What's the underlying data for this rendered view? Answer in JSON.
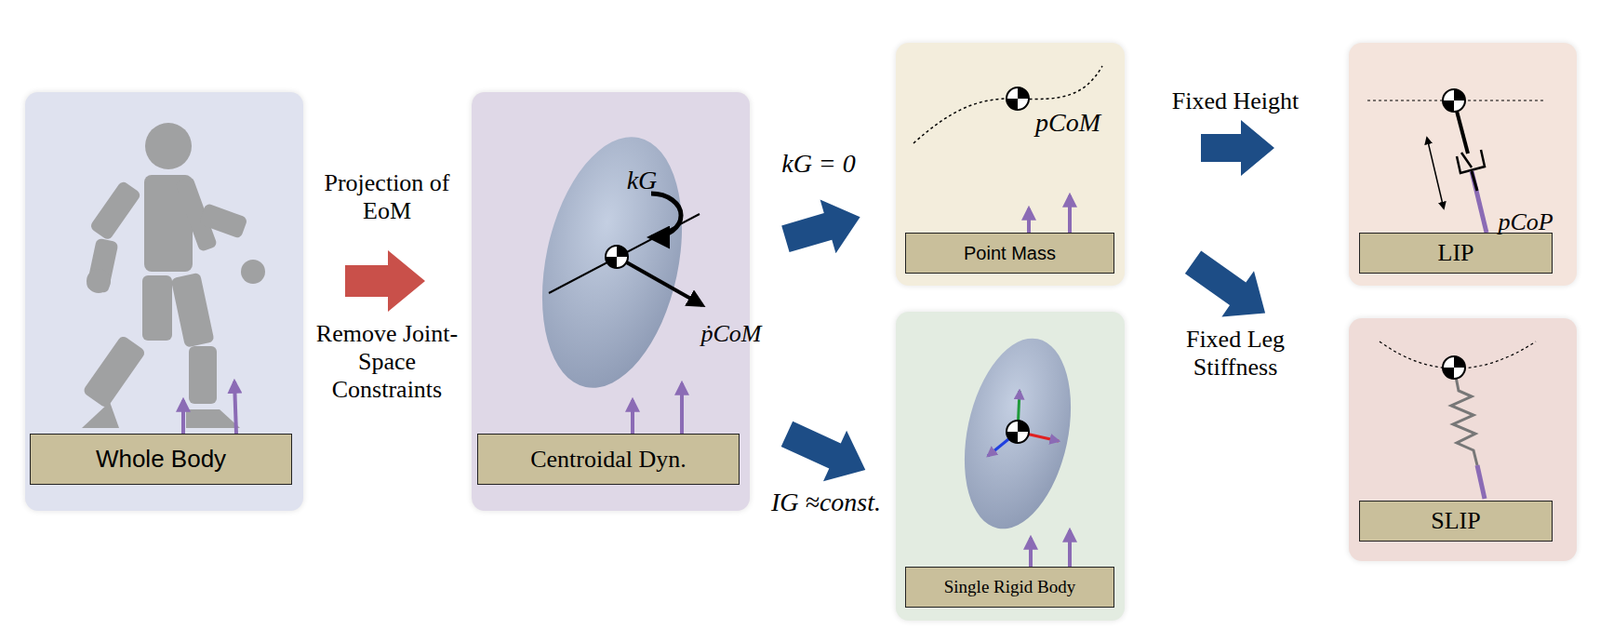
{
  "diagram": {
    "nodes": [
      {
        "text": [
          "Whole Body"
        ]
      },
      {
        "text": [
          "Centroidal Dyn."
        ]
      },
      {
        "text": [
          "Point Mass"
        ]
      },
      {
        "text": [
          "Single Rigid Body"
        ]
      },
      {
        "text": [
          "LIP"
        ]
      },
      {
        "text": [
          "SLIP"
        ]
      }
    ],
    "edges": [
      {
        "from": 0,
        "to": 1,
        "arrow": "to",
        "label": "Projection of EoM"
      },
      {
        "from": 1,
        "to": 2,
        "arrow": "to",
        "label": "kG = 0"
      },
      {
        "from": 1,
        "to": 3,
        "arrow": "to",
        "label": "IG ≈const."
      },
      {
        "from": 2,
        "to": 4,
        "arrow": "to",
        "label": "Fixed Height"
      },
      {
        "from": 2,
        "to": 5,
        "arrow": "to",
        "label": "Fixed Leg Stiffness"
      }
    ],
    "labels": [
      "Remove Joint-Space Constraints",
      "kG",
      "ṗCoM",
      "pCoM",
      "pCoP"
    ]
  }
}
